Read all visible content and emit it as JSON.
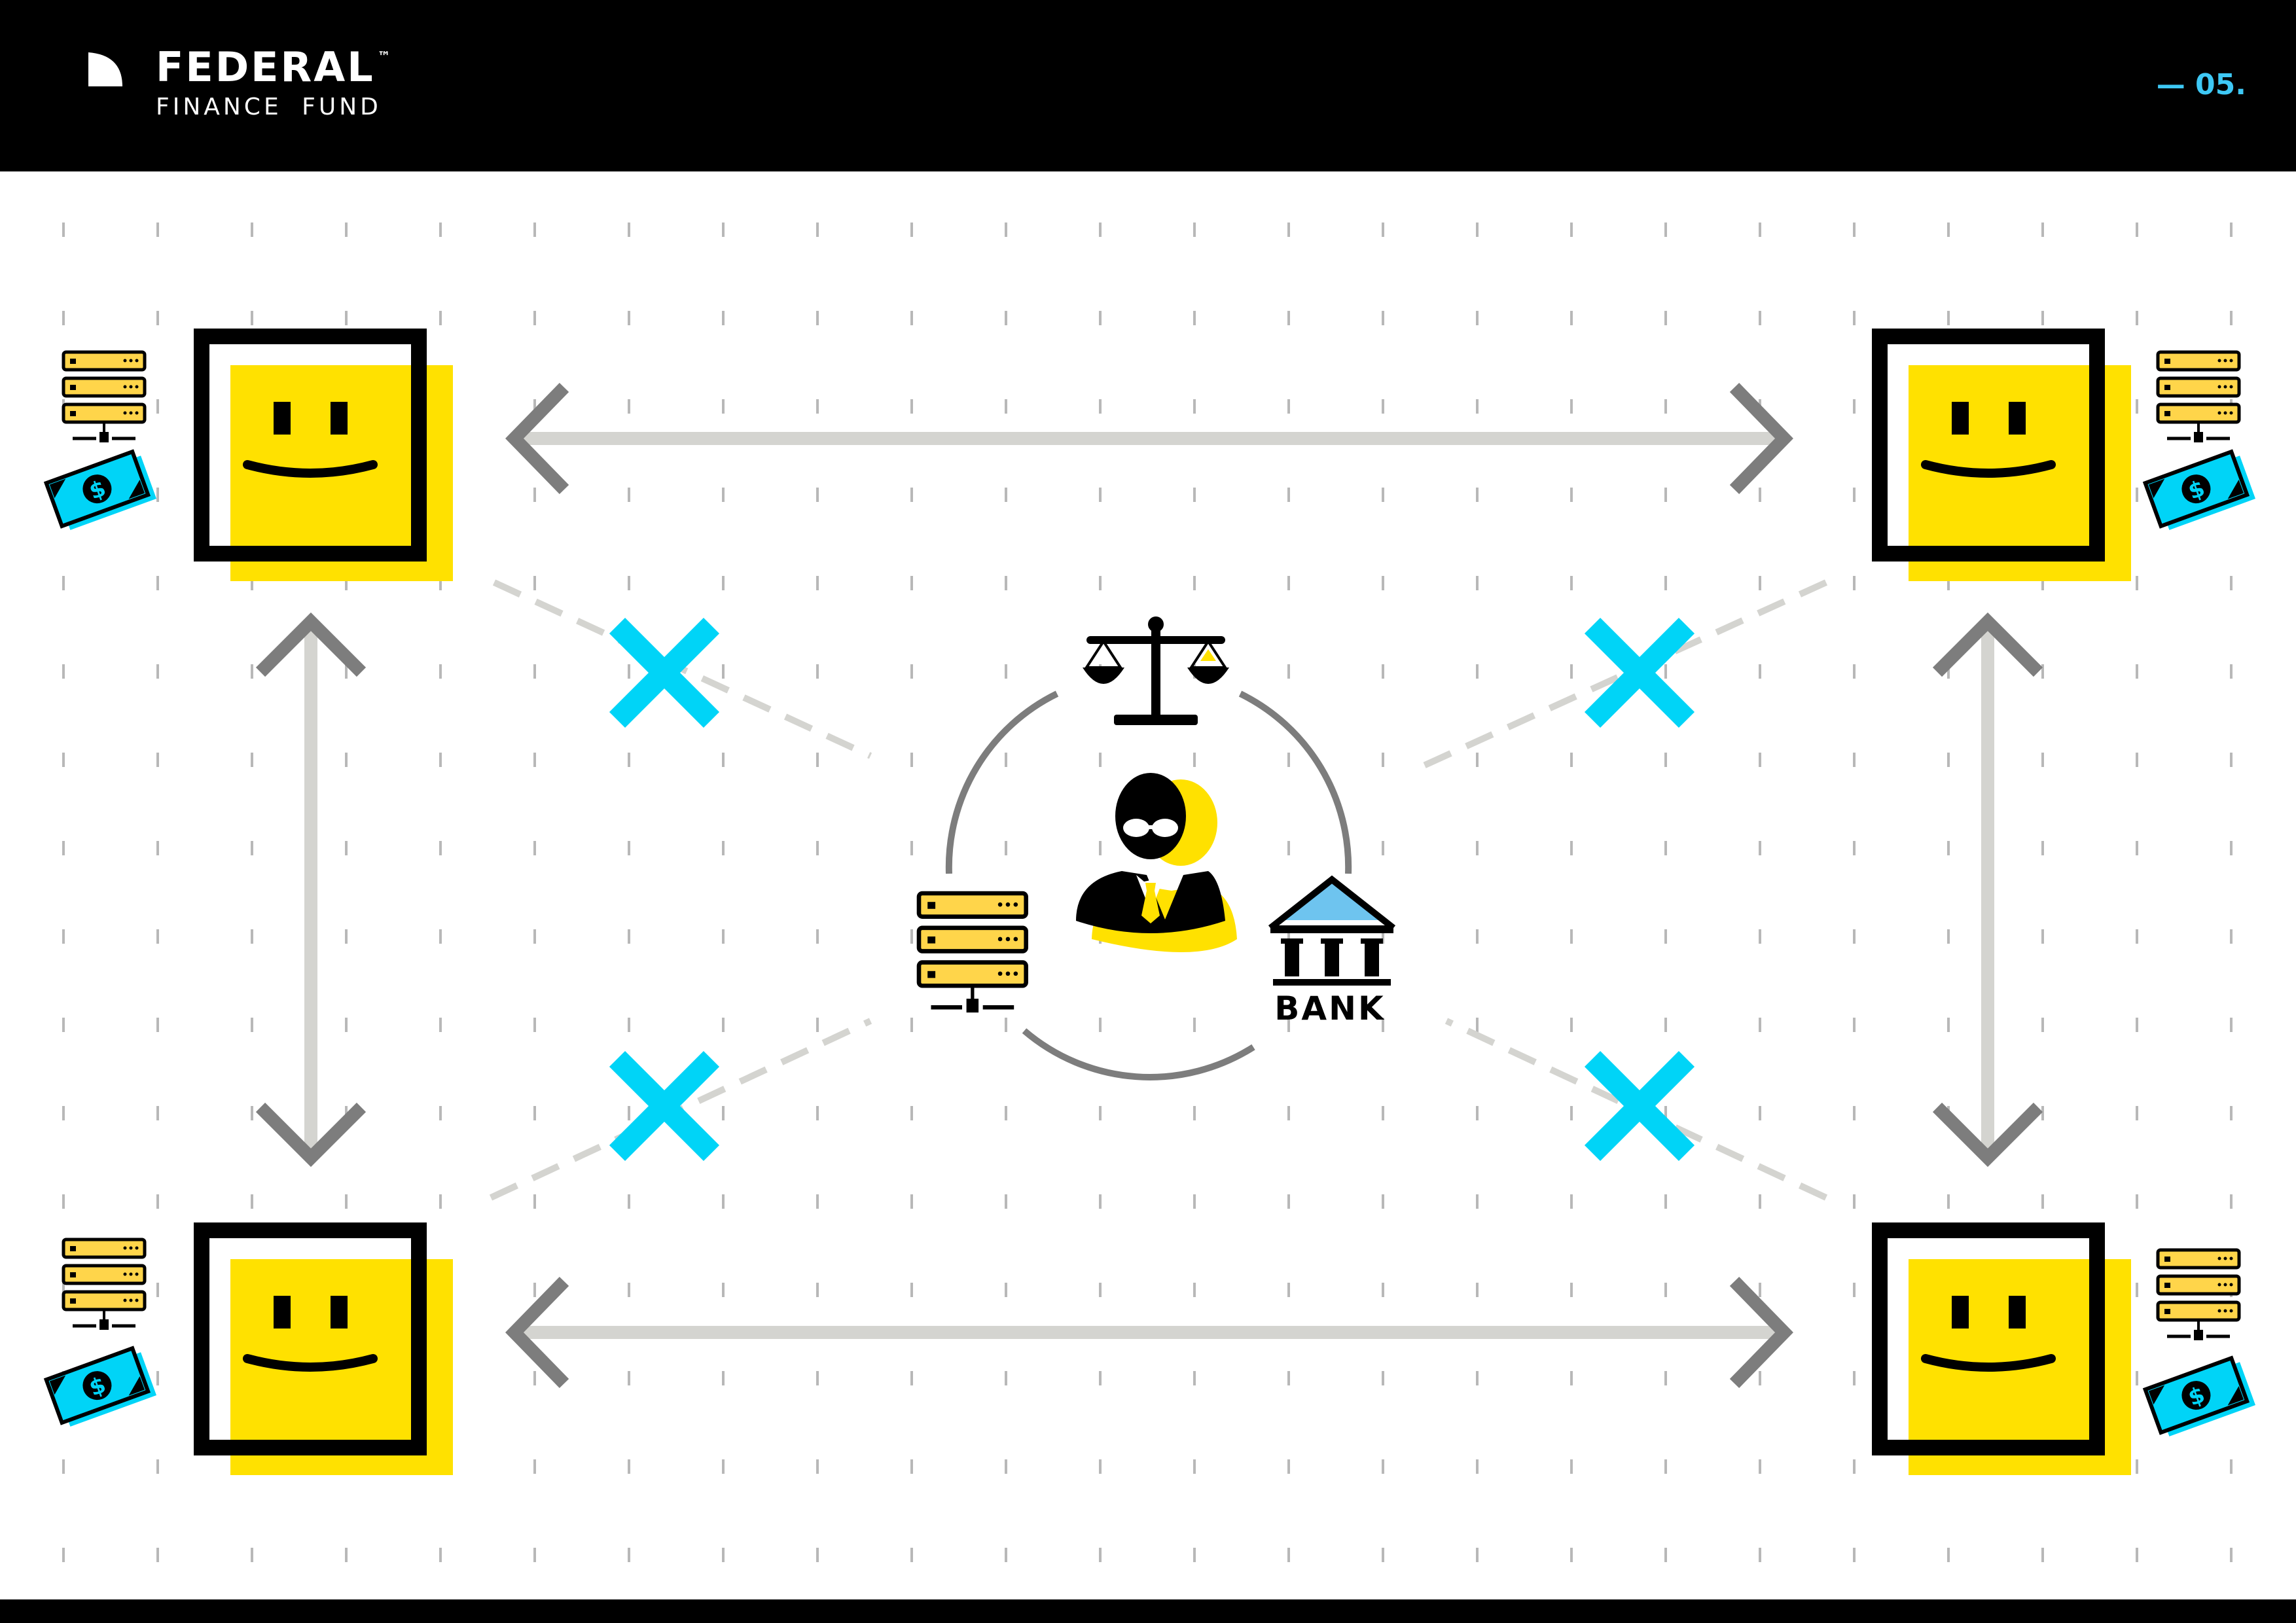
{
  "header": {
    "brand_name": "FEDERAL",
    "trademark": "™",
    "brand_subtitle": "FINANCE  FUND",
    "page_number": "— 05."
  },
  "diagram": {
    "center_labels": {
      "bank": "BANK"
    },
    "nodes": [
      "smiley-top-left",
      "smiley-top-right",
      "smiley-bottom-left",
      "smiley-bottom-right"
    ],
    "icons": [
      "scales-icon",
      "banker-icon",
      "server-icon",
      "bank-icon",
      "money-icon",
      "smiley-icon",
      "cross-icon"
    ],
    "colors": {
      "yellow": "#ffe100",
      "cyan": "#00d4f7",
      "gray_arrow": "#7d7d7d",
      "light_gray": "#d4d4d0",
      "black": "#000000"
    }
  }
}
